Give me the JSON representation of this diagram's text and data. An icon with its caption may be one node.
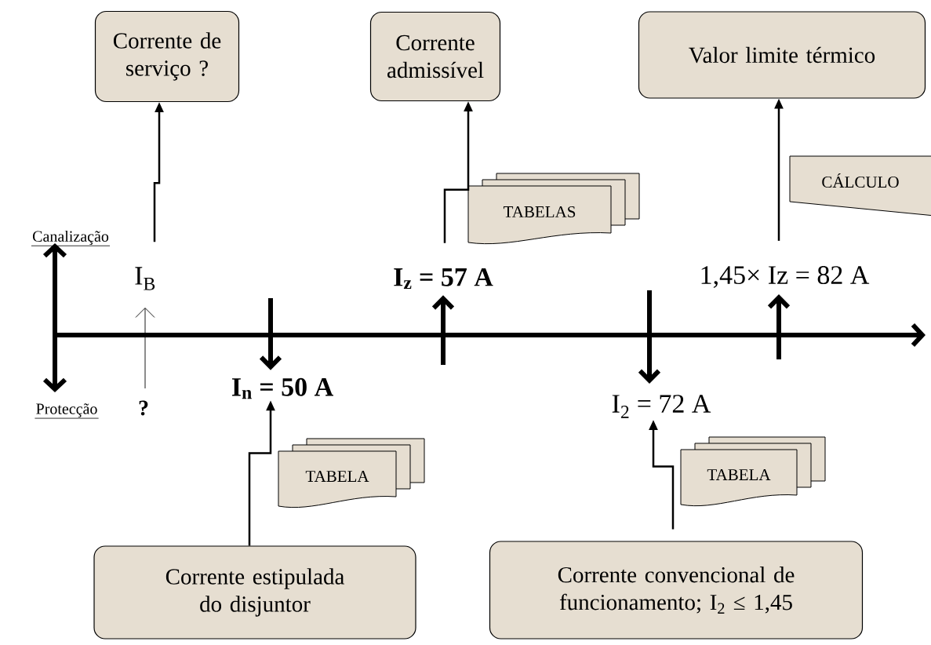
{
  "diagram": {
    "nodes": [
      {
        "text": [
          "Corrente de serviço ?"
        ]
      },
      {
        "text": [
          "Corrente admissível"
        ]
      },
      {
        "text": [
          "Valor limite térmico"
        ]
      },
      {
        "text": [
          "TABELAS"
        ]
      },
      {
        "text": [
          "CÁLCULO"
        ]
      },
      {
        "text": [
          "I$_{B}$"
        ]
      },
      {
        "text": [
          "I$_{z}$ = 57 A"
        ]
      },
      {
        "text": [
          "1,45× Iz =  82 A"
        ]
      },
      {
        "text": [
          "I$_{n}$ = 50 A"
        ]
      },
      {
        "text": [
          "I$_{2}$ = 72 A"
        ]
      },
      {
        "text": [
          "TABELA"
        ]
      },
      {
        "text": [
          "TABELA"
        ]
      },
      {
        "text": [
          "Corrente estipulada do disjuntor"
        ]
      },
      {
        "text": [
          "Corrente convencional  de funcionamento; I$_{2}$ ≤ 1,45"
        ]
      }
    ],
    "edges": [
      {
        "from": 5,
        "to": 0,
        "arrow": "to"
      },
      {
        "from": 6,
        "to": 1,
        "arrow": "to"
      },
      {
        "from": 7,
        "to": 2,
        "arrow": "to"
      },
      {
        "from": 12,
        "to": 8,
        "arrow": "to"
      },
      {
        "from": 13,
        "to": 9,
        "arrow": "to"
      },
      {
        "from": null,
        "to": 5,
        "arrow": "to"
      },
      {
        "from": null,
        "to": 6,
        "arrow": "to",
        "style": "thick"
      },
      {
        "from": null,
        "to": 8,
        "arrow": "to",
        "style": "thick"
      },
      {
        "from": null,
        "to": 9,
        "arrow": "to",
        "style": "thick"
      },
      {
        "from": null,
        "to": 7,
        "arrow": "to",
        "style": "thick"
      }
    ],
    "labels": [
      "Canalização",
      "Protecção",
      "?"
    ]
  }
}
